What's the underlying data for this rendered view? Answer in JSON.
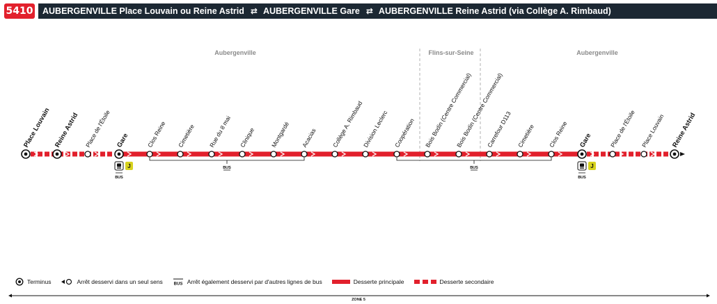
{
  "header": {
    "line_number": "5410",
    "stop_a": "AUBERGENVILLE Place Louvain ou Reine Astrid",
    "stop_b": "AUBERGENVILLE Gare",
    "stop_c": "AUBERGENVILLE Reine Astrid (via Collège A. Rimbaud)",
    "arrow_glyph": "⇄"
  },
  "zones": [
    {
      "label": "Aubergenville"
    },
    {
      "label": "Flins-sur-Seine"
    },
    {
      "label": "Aubergenville"
    }
  ],
  "stations": [
    {
      "name": "Place Louvain",
      "kind": "terminus",
      "bold": true
    },
    {
      "name": "Reine Astrid",
      "kind": "terminus",
      "bold": true
    },
    {
      "name": "Place de l'Étoile",
      "kind": "oneway"
    },
    {
      "name": "Gare",
      "kind": "terminus",
      "bold": true,
      "train": true,
      "bus": true,
      "rer": "J"
    },
    {
      "name": "Clos Reine",
      "kind": "oneway"
    },
    {
      "name": "Cimetière",
      "kind": "oneway"
    },
    {
      "name": "Rue du 8 mai",
      "kind": "oneway"
    },
    {
      "name": "Clinique",
      "kind": "oneway"
    },
    {
      "name": "Montgardé",
      "kind": "oneway"
    },
    {
      "name": "Acacias",
      "kind": "oneway"
    },
    {
      "name": "Collège A. Rimbaud",
      "kind": "oneway"
    },
    {
      "name": "Division Leclerc",
      "kind": "oneway"
    },
    {
      "name": "Coopération",
      "kind": "oneway"
    },
    {
      "name": "Bois Bodin (Centre Commercial)",
      "kind": "oneway"
    },
    {
      "name": "Bois Bodin (Centre Commercial)",
      "kind": "oneway"
    },
    {
      "name": "Carrefour D113",
      "kind": "oneway"
    },
    {
      "name": "Cimetière",
      "kind": "oneway"
    },
    {
      "name": "Clos Reine",
      "kind": "oneway"
    },
    {
      "name": "Gare",
      "kind": "terminus",
      "bold": true,
      "train": true,
      "bus": true,
      "rer": "J"
    },
    {
      "name": "Place de l'Étoile",
      "kind": "oneway"
    },
    {
      "name": "Place Louvain",
      "kind": "oneway"
    },
    {
      "name": "Reine Astrid",
      "kind": "terminus",
      "bold": true
    }
  ],
  "bus_brackets": [
    {
      "label": "BUS"
    },
    {
      "label": "BUS"
    }
  ],
  "bus_tag": "BUS",
  "legend": {
    "terminus": "Terminus",
    "oneway": "Arrêt desservi dans un seul sens",
    "bus_tag": "BUS",
    "bus": "Arrêt également desservi par d'autres lignes de bus",
    "main": "Desserte principale",
    "secondary": "Desserte secondaire"
  },
  "zone_bar": {
    "label": "ZONE 5"
  },
  "colors": {
    "red": "#e2202c",
    "navy": "#1c2833",
    "rer_yellow": "#d7d21f",
    "grey_text": "#8a8a8a"
  }
}
